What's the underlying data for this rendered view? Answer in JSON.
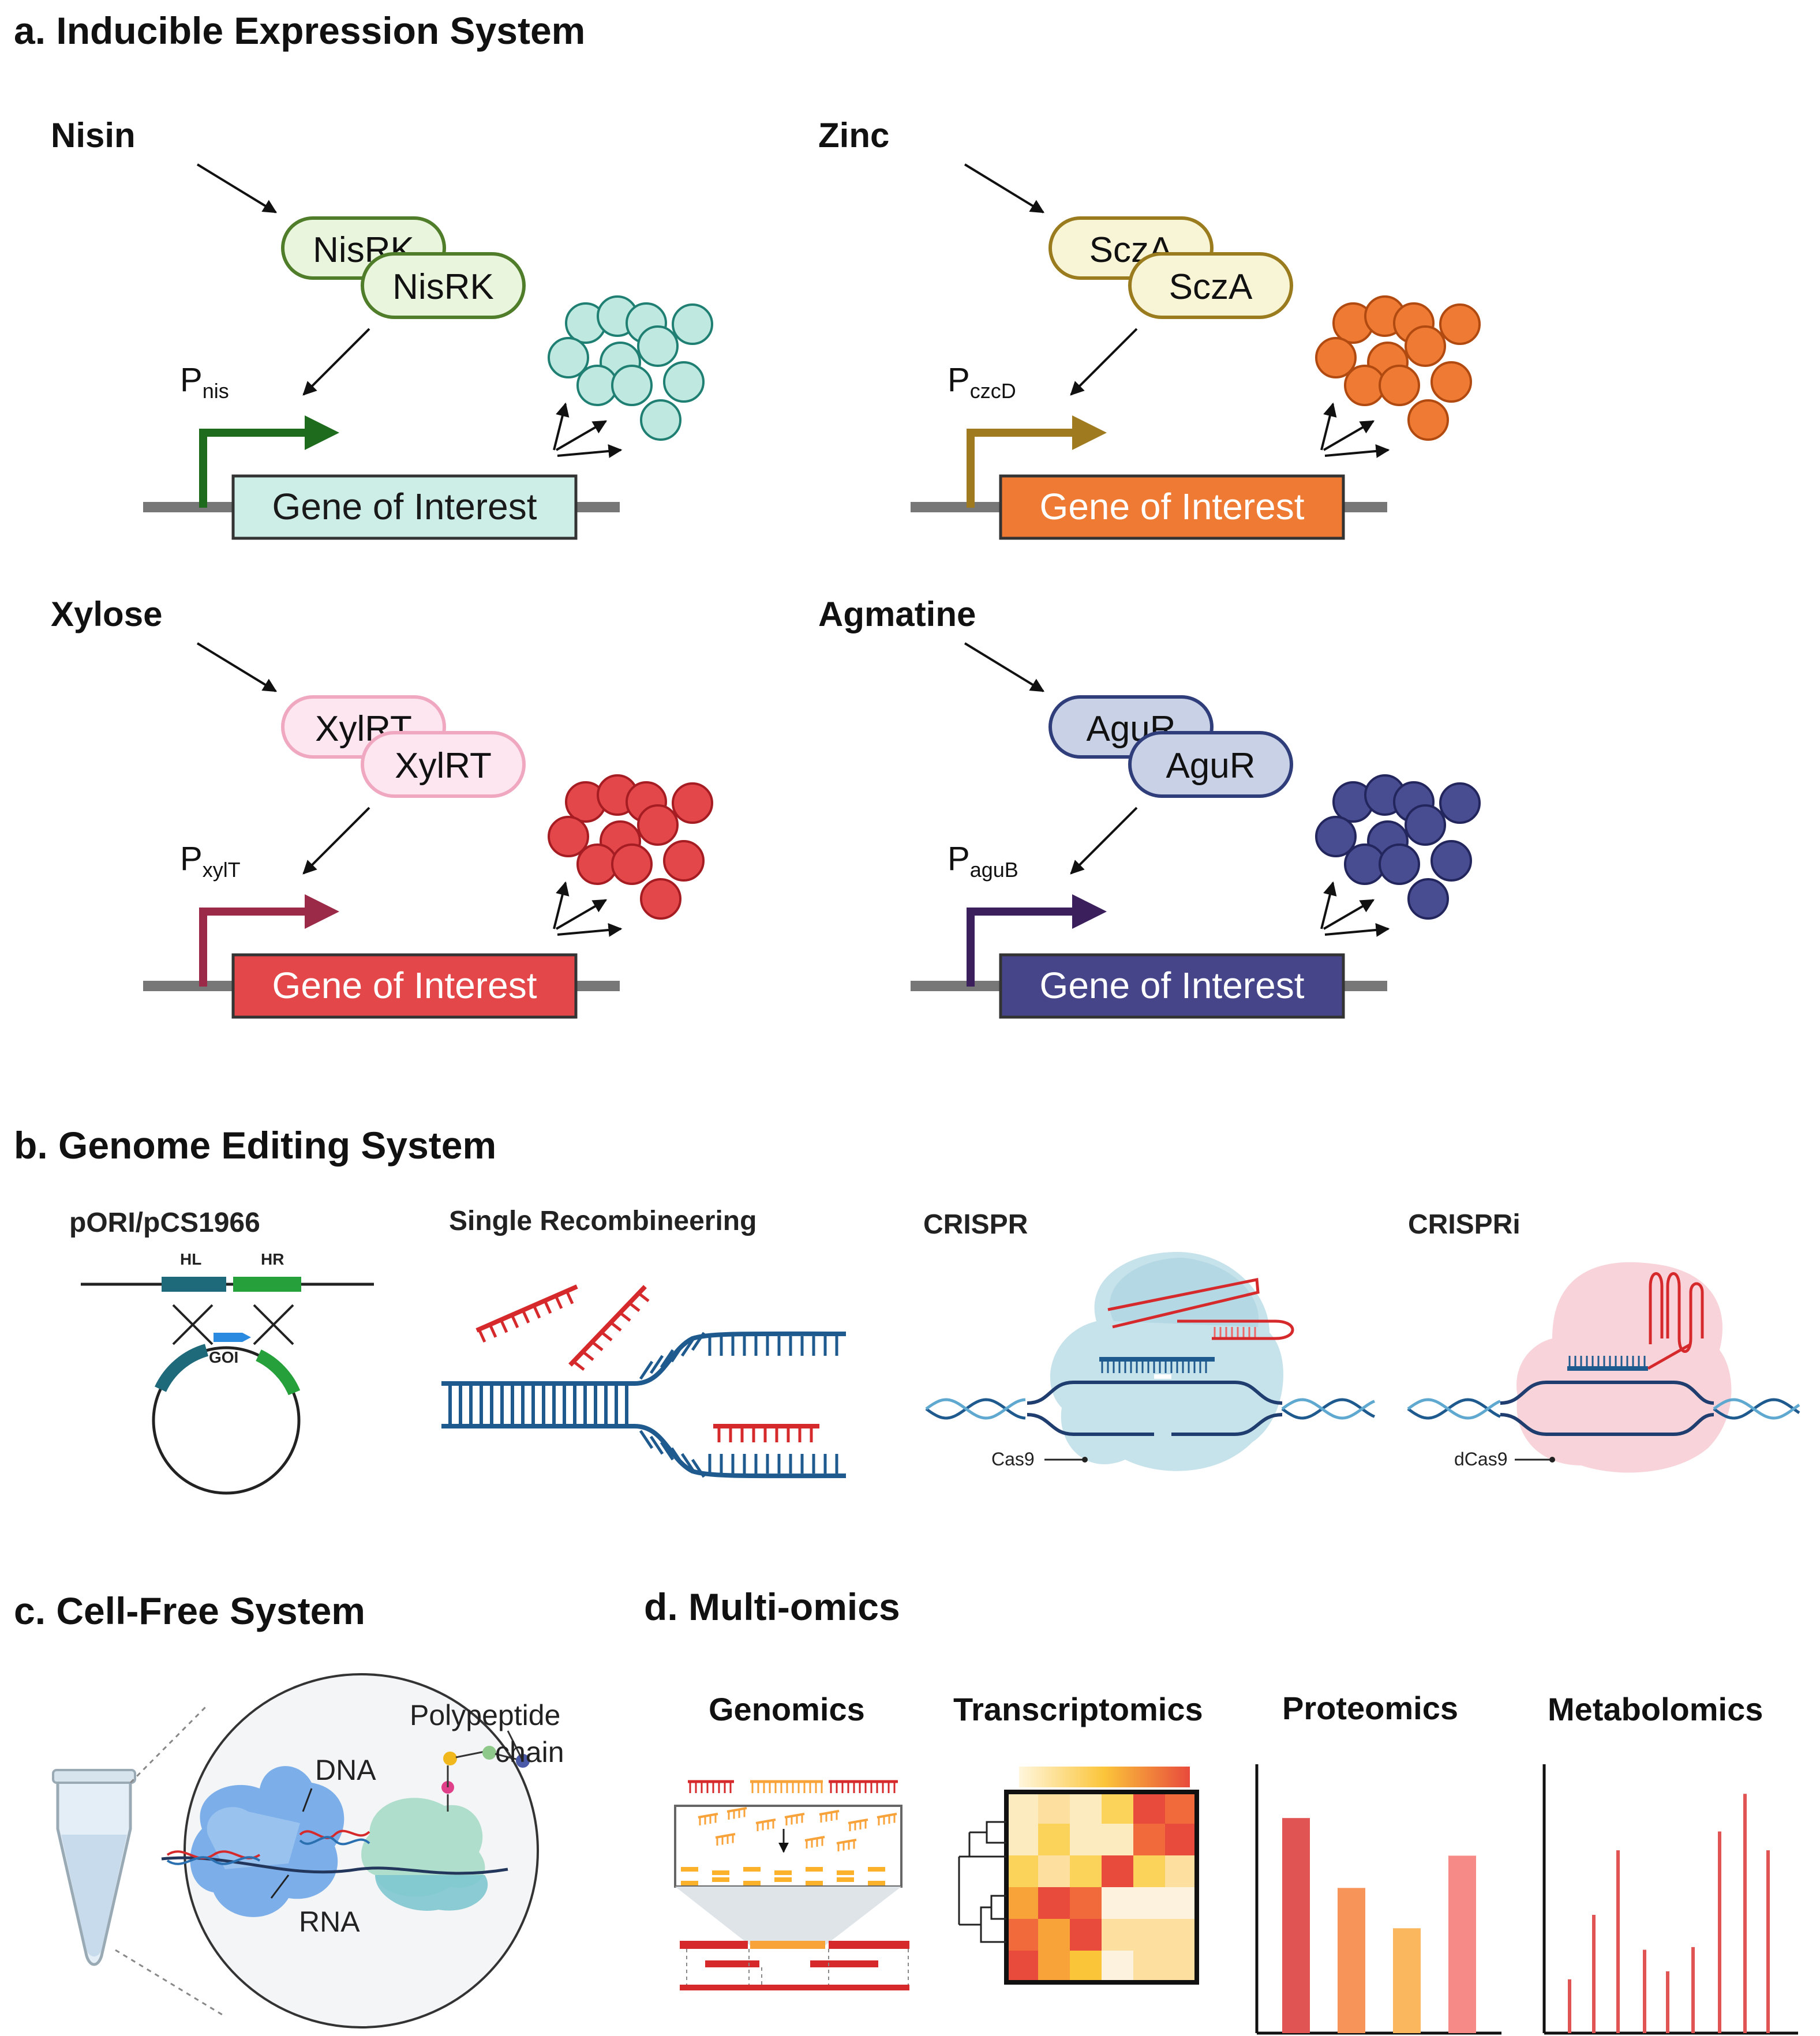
{
  "sections": {
    "a": "a. Inducible Expression System",
    "b": "b. Genome Editing System",
    "c": "c. Cell-Free System",
    "d": "d. Multi-omics"
  },
  "inducible": [
    {
      "inducer": "Nisin",
      "regulator": "NisRK",
      "promoter": "P",
      "promoter_sub": "nis",
      "gene": "Gene of Interest",
      "promoter_color": "#1e6b1e",
      "reg_fill": "#eaf5dd",
      "reg_stroke": "#4f7d2a",
      "gene_fill": "#cdeee6",
      "gene_text": "#1a1a1a",
      "product_fill": "#bfe8e0",
      "product_stroke": "#1f7f72"
    },
    {
      "inducer": "Zinc",
      "regulator": "SczA",
      "promoter": "P",
      "promoter_sub": "czcD",
      "gene": "Gene of Interest",
      "promoter_color": "#a07a1e",
      "reg_fill": "#f8f4d6",
      "reg_stroke": "#9a7c1e",
      "gene_fill": "#ee7a33",
      "gene_text": "#ffffff",
      "product_fill": "#ee7a33",
      "product_stroke": "#b04a10"
    },
    {
      "inducer": "Xylose",
      "regulator": "XylRT",
      "promoter": "P",
      "promoter_sub": "xylT",
      "gene": "Gene of Interest",
      "promoter_color": "#9a2a48",
      "reg_fill": "#fde6ef",
      "reg_stroke": "#f0a8c0",
      "gene_fill": "#e4474a",
      "gene_text": "#ffffff",
      "product_fill": "#e4474a",
      "product_stroke": "#a51d22"
    },
    {
      "inducer": "Agmatine",
      "regulator": "AguR",
      "promoter": "P",
      "promoter_sub": "aguB",
      "gene": "Gene of Interest",
      "promoter_color": "#3a1f5c",
      "reg_fill": "#c9d1e6",
      "reg_stroke": "#2f3e7a",
      "gene_fill": "#46458a",
      "gene_text": "#ffffff",
      "product_fill": "#484c91",
      "product_stroke": "#23265c"
    }
  ],
  "genome_editing": {
    "porI": {
      "title": "pORI/pCS1966",
      "hl": "HL",
      "hr": "HR",
      "goi": "GOI"
    },
    "recomb": {
      "title": "Single Recombineering"
    },
    "crispr": {
      "title": "CRISPR",
      "protein": "Cas9"
    },
    "crispri": {
      "title": "CRISPRi",
      "protein": "dCas9"
    }
  },
  "cell_free": {
    "dna": "DNA",
    "rna": "RNA",
    "polypeptide": "Polypeptide",
    "chain": "chain"
  },
  "omics": {
    "genomics": "Genomics",
    "transcriptomics": "Transcriptomics",
    "proteomics": "Proteomics",
    "metabolomics": "Metabolomics"
  },
  "proteomics_bars": {
    "values": [
      0.8,
      0.54,
      0.39,
      0.66
    ],
    "colors": [
      "#e05454",
      "#f7945a",
      "#fbb75e",
      "#f58a86"
    ]
  },
  "metabolomics_lines": {
    "values": [
      0.2,
      0.44,
      0.68,
      0.31,
      0.23,
      0.32,
      0.75,
      0.89,
      0.68
    ]
  },
  "heatmap": {
    "rows": [
      [
        "#fdebc0",
        "#fde0a0",
        "#fdebc0",
        "#fbd35a",
        "#e84a3c",
        "#f06a3c"
      ],
      [
        "#fdebc0",
        "#fbd35a",
        "#fdebc0",
        "#fdebc0",
        "#f06a3c",
        "#e84a3c"
      ],
      [
        "#fbd35a",
        "#fde0a0",
        "#fbd35a",
        "#e84a3c",
        "#fbd35a",
        "#fde0a0"
      ],
      [
        "#f8a23a",
        "#e84a3c",
        "#f06a3c",
        "#fdf2dd",
        "#fdf2dd",
        "#fdf2dd"
      ],
      [
        "#f06a3c",
        "#f8a23a",
        "#e84a3c",
        "#fde0a0",
        "#fde0a0",
        "#fde0a0"
      ],
      [
        "#e84a3c",
        "#f8a23a",
        "#fbc53a",
        "#fdf2dd",
        "#fde0a0",
        "#fde0a0"
      ]
    ]
  }
}
